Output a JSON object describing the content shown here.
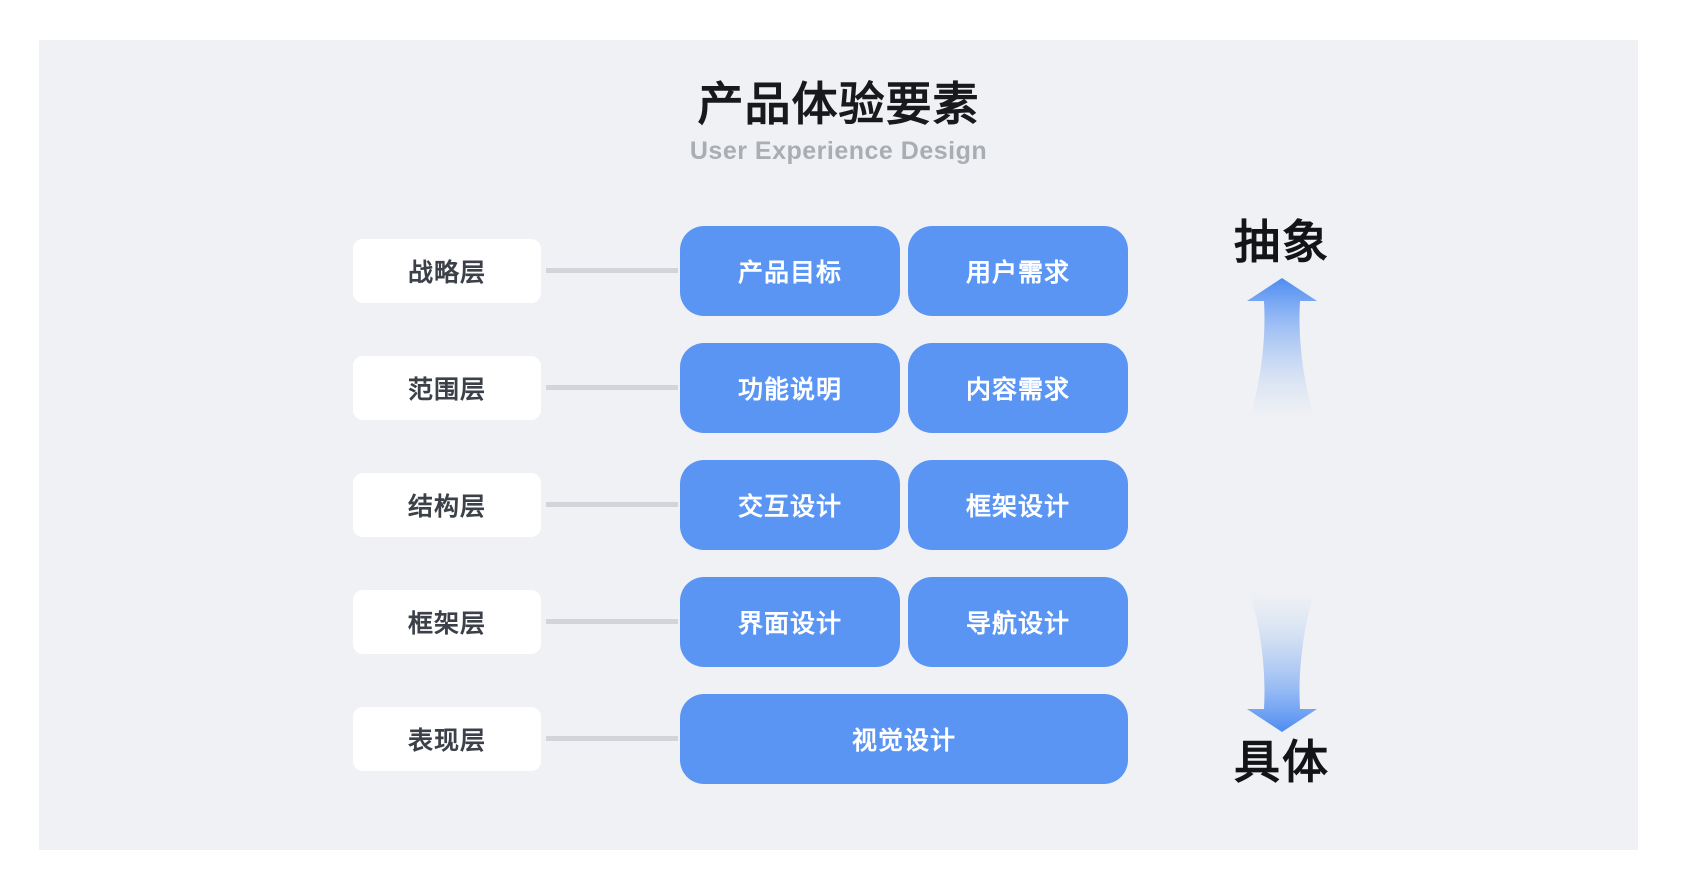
{
  "header": {
    "title": "产品体验要素",
    "subtitle": "User Experience Design"
  },
  "rows": [
    {
      "layer": "战略层",
      "items": [
        "产品目标",
        "用户需求"
      ]
    },
    {
      "layer": "范围层",
      "items": [
        "功能说明",
        "内容需求"
      ]
    },
    {
      "layer": "结构层",
      "items": [
        "交互设计",
        "框架设计"
      ]
    },
    {
      "layer": "框架层",
      "items": [
        "界面设计",
        "导航设计"
      ]
    },
    {
      "layer": "表现层",
      "items": [
        "视觉设计"
      ]
    }
  ],
  "axis": {
    "top_label": "抽象",
    "bottom_label": "具体"
  },
  "icons": {
    "up_arrow": "up-gradient-arrow",
    "down_arrow": "down-gradient-arrow"
  },
  "colors": {
    "panel_bg": "#eff1f4",
    "node_blue": "#5a95f4",
    "node_text": "#ffffff",
    "layer_box_bg": "#ffffff",
    "layer_text": "#3c4149",
    "connector_gray": "#d2d4d9",
    "title_color": "#17191c",
    "subtitle_gray": "#a9adb4",
    "arrow_blue": "#4e8cf2"
  }
}
